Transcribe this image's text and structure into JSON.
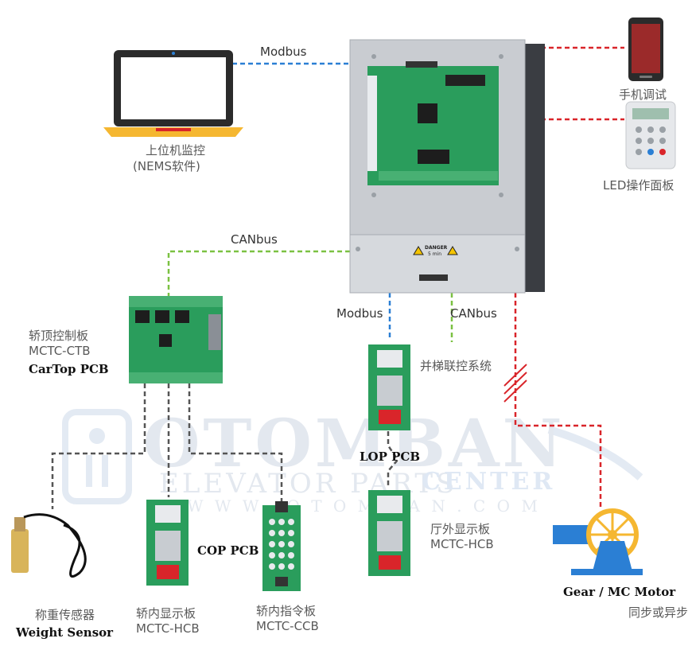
{
  "links": {
    "top_modbus": "Modbus",
    "canbus_left": "CANbus",
    "bottom_modbus": "Modbus",
    "bottom_canbus": "CANbus"
  },
  "devices": {
    "pc_line1": "上位机监控",
    "pc_line2": "(NEMS软件)",
    "phone": "手机调试",
    "led_panel": "LED操作面板",
    "ctb_cn": "轿顶控制板",
    "ctb_model": "MCTC-CTB",
    "ctb_en": "CarTop PCB",
    "group_control": "并梯联控系统",
    "lop_pcb": "LOP PCB",
    "hall_display_cn": "厅外显示板",
    "hall_display_model": "MCTC-HCB",
    "cop_pcb": "COP PCB",
    "car_display_cn": "轿内显示板",
    "car_display_model": "MCTC-HCB",
    "car_command_cn": "轿内指令板",
    "car_command_model": "MCTC-CCB",
    "weight_cn": "称重传感器",
    "weight_en": "Weight Sensor",
    "motor_en": "Gear / MC Motor",
    "motor_cn": "同步或异步"
  },
  "inverter": {
    "danger_label": "DANGER",
    "danger_sub": "5 min"
  },
  "watermark": {
    "brand": "OTOMBAN",
    "line2": "ELEVATOR PARTS",
    "line2b": "CENTER",
    "url": "W W W . O T O M B A N . C O M"
  },
  "colors": {
    "modbus": "#2b7fd4",
    "canbus": "#7bc142",
    "power": "#d9252a",
    "signal": "#555555",
    "pcb_green": "#2a9d5c"
  }
}
